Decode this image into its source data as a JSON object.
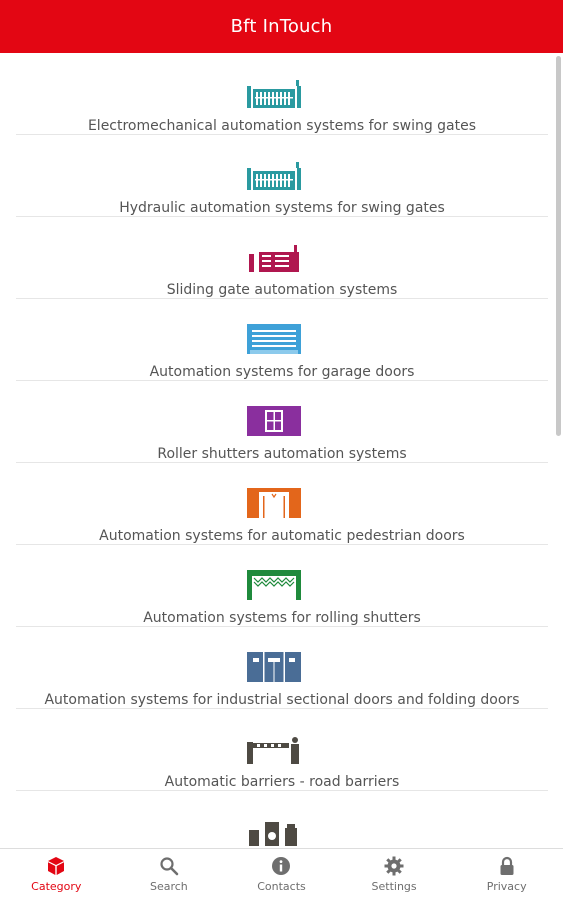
{
  "app": {
    "title": "Bft InTouch",
    "accent_color": "#e30613"
  },
  "categories": [
    {
      "label": "Electromechanical automation systems for swing gates",
      "icon": "swing-gate-icon",
      "color": "#2a9aa0"
    },
    {
      "label": "Hydraulic automation systems for swing gates",
      "icon": "swing-gate-icon",
      "color": "#2a9aa0"
    },
    {
      "label": "Sliding gate automation systems",
      "icon": "sliding-gate-icon",
      "color": "#b0174f"
    },
    {
      "label": "Automation systems for garage doors",
      "icon": "garage-door-icon",
      "color": "#3ea1d8"
    },
    {
      "label": "Roller shutters automation systems",
      "icon": "roller-shutter-icon",
      "color": "#8a2f9e"
    },
    {
      "label": "Automation systems for automatic pedestrian doors",
      "icon": "pedestrian-door-icon",
      "color": "#e3661b"
    },
    {
      "label": "Automation systems for rolling shutters",
      "icon": "rolling-shutter-icon",
      "color": "#1f8a3c"
    },
    {
      "label": "Automation systems for industrial sectional doors and folding doors",
      "icon": "industrial-door-icon",
      "color": "#4a6d96"
    },
    {
      "label": "Automatic barriers - road barriers",
      "icon": "road-barrier-icon",
      "color": "#4e4a43"
    },
    {
      "label": "",
      "icon": "bollard-icon",
      "color": "#4e4a43"
    }
  ],
  "bottom_nav": [
    {
      "label": "Category",
      "icon": "cube-icon",
      "active": true
    },
    {
      "label": "Search",
      "icon": "search-icon",
      "active": false
    },
    {
      "label": "Contacts",
      "icon": "info-icon",
      "active": false
    },
    {
      "label": "Settings",
      "icon": "gear-icon",
      "active": false
    },
    {
      "label": "Privacy",
      "icon": "lock-icon",
      "active": false
    }
  ]
}
